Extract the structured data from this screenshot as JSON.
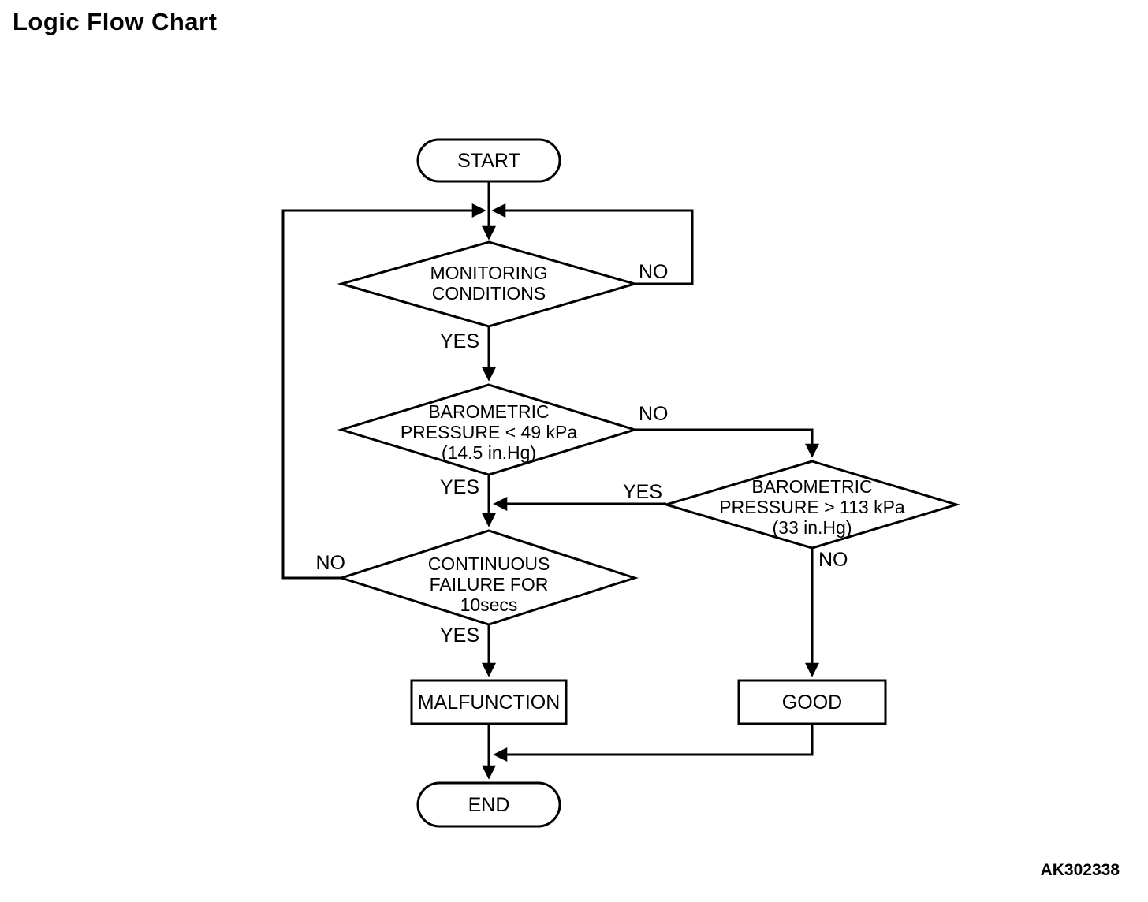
{
  "page": {
    "title": "Logic Flow Chart",
    "figure_code": "AK302338"
  },
  "colors": {
    "ink": "#000000",
    "background": "#ffffff"
  },
  "flowchart": {
    "start": {
      "label": "START"
    },
    "monitoring": {
      "line1": "MONITORING",
      "line2": "CONDITIONS"
    },
    "baro_low": {
      "line1": "BAROMETRIC",
      "line2": "PRESSURE < 49 kPa",
      "line3": "(14.5 in.Hg)"
    },
    "baro_high": {
      "line1": "BAROMETRIC",
      "line2": "PRESSURE > 113 kPa",
      "line3": "(33 in.Hg)"
    },
    "continuous": {
      "line1": "CONTINUOUS",
      "line2": "FAILURE FOR",
      "line3": "10secs"
    },
    "malfunction": {
      "label": "MALFUNCTION"
    },
    "good": {
      "label": "GOOD"
    },
    "end": {
      "label": "END"
    },
    "labels": {
      "monitoring_no": "NO",
      "monitoring_yes": "YES",
      "baro_low_no": "NO",
      "baro_low_yes": "YES",
      "baro_high_yes": "YES",
      "baro_high_no": "NO",
      "continuous_no": "NO",
      "continuous_yes": "YES"
    }
  }
}
